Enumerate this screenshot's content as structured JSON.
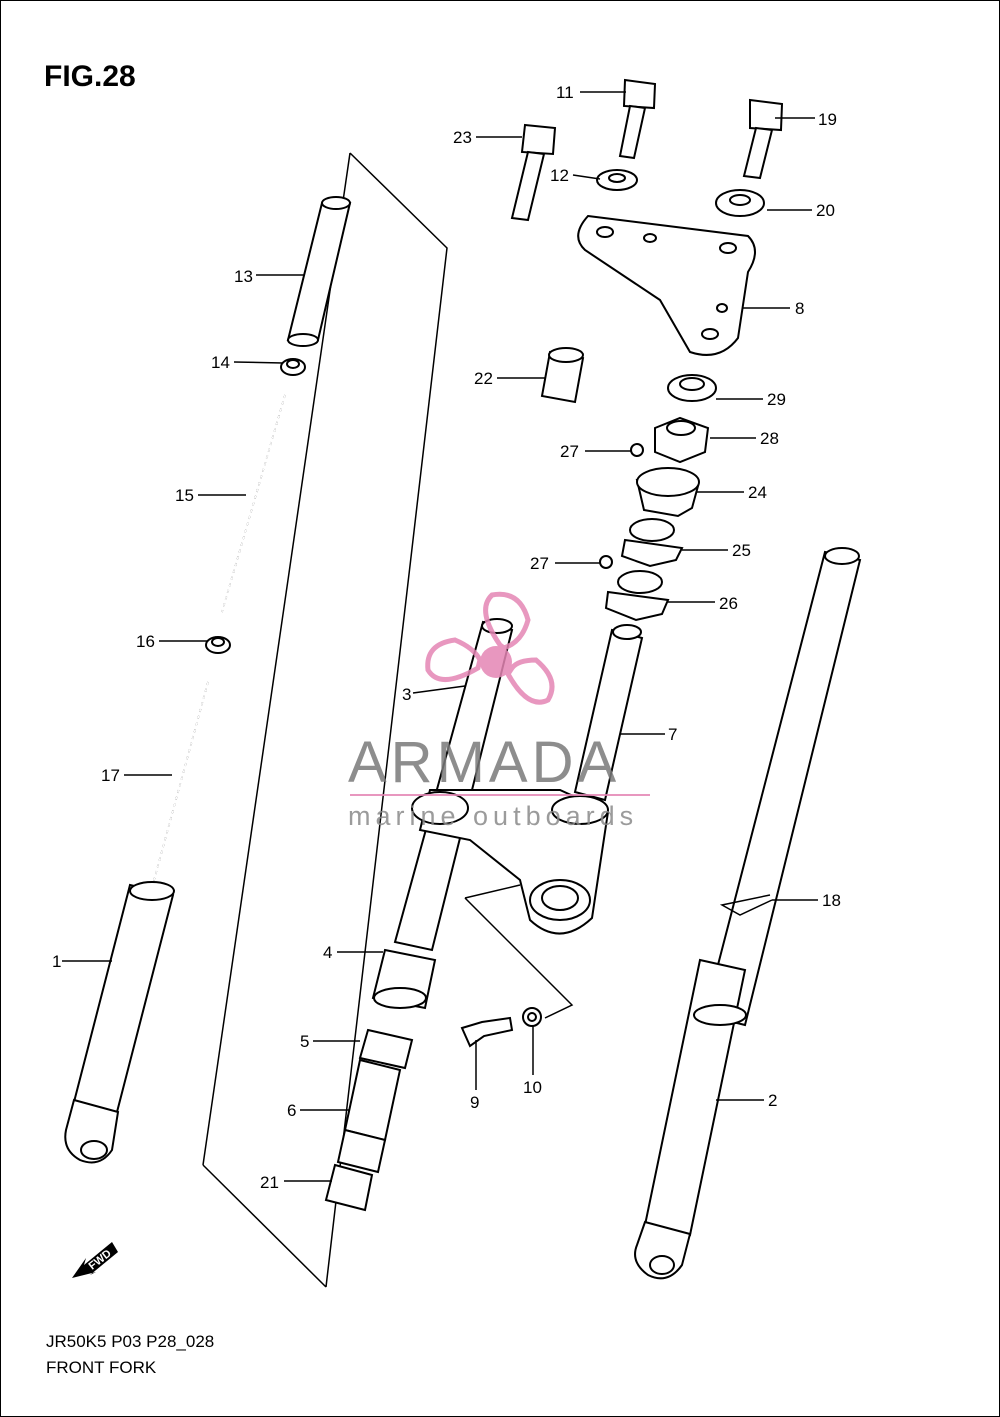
{
  "figure": {
    "title": "FIG.28",
    "code": "JR50K5 P03 P28_028",
    "caption": "FRONT FORK"
  },
  "watermark": {
    "brand": "ARMADA",
    "tagline": "marine outboards",
    "accent_color": "#e486b4",
    "text_color": "#7a7a7a"
  },
  "arrow_label": "FWD",
  "part_numbers": [
    "1",
    "2",
    "3",
    "4",
    "5",
    "6",
    "7",
    "8",
    "9",
    "10",
    "11",
    "12",
    "13",
    "14",
    "15",
    "16",
    "17",
    "18",
    "19",
    "20",
    "21",
    "22",
    "23",
    "24",
    "25",
    "26",
    "27",
    "27",
    "28",
    "29"
  ]
}
